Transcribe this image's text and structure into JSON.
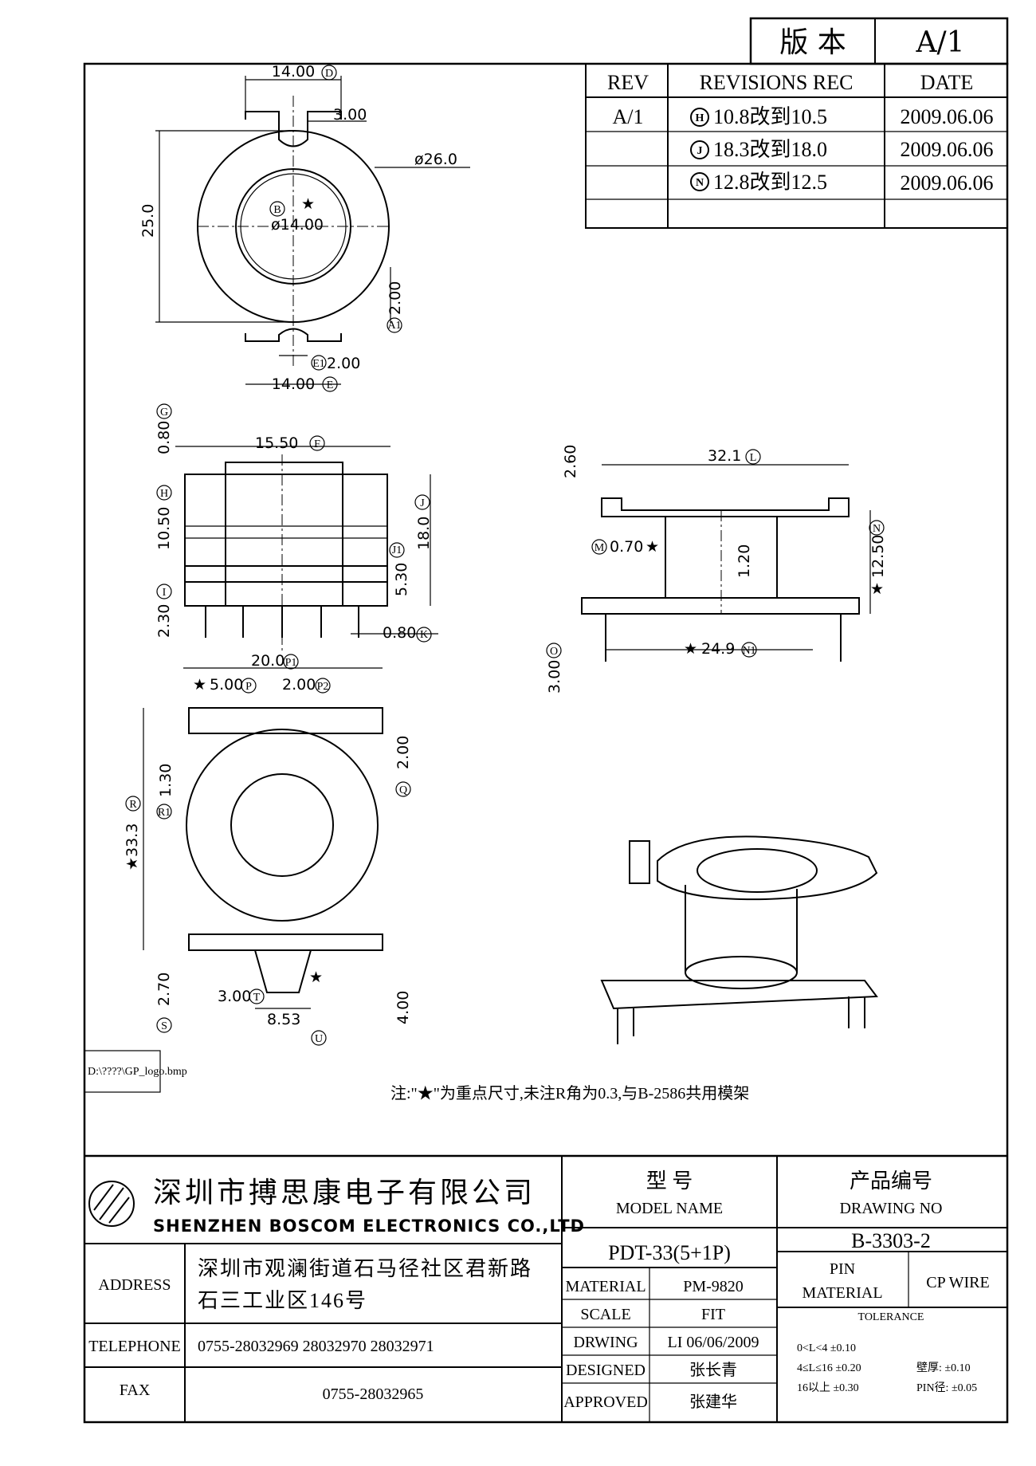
{
  "header": {
    "version_label": "版 本",
    "version_value": "A/1"
  },
  "revisions": {
    "columns": [
      "REV",
      "REVISIONS REC",
      "DATE"
    ],
    "rows": [
      {
        "rev": "A/1",
        "mark": "H",
        "text": "10.8改到10.5",
        "date": "2009.06.06"
      },
      {
        "rev": "",
        "mark": "J",
        "text": "18.3改到18.0",
        "date": "2009.06.06"
      },
      {
        "rev": "",
        "mark": "N",
        "text": "12.8改到12.5",
        "date": "2009.06.06"
      }
    ]
  },
  "dimensions": {
    "top_width": "14.00",
    "top_width_mark": "D",
    "slot": "3.00",
    "outer_dia": "ø26.0",
    "inner_dia": "ø14.00",
    "inner_mark": "B",
    "height": "25.0",
    "a1": "2.00",
    "a1_mark": "A1",
    "e1": "2.00",
    "e1_mark": "E1",
    "bottom_width": "14.00",
    "bottom_mark": "E",
    "g_mark": "G",
    "g_val": "0.80",
    "f_val": "15.50",
    "f_mark": "F",
    "h_mark": "H",
    "h_val": "10.50",
    "i_mark": "I",
    "i_val": "2.30",
    "j_mark": "J",
    "j_val": "18.0",
    "j1_mark": "J1",
    "j1_val": "5.30",
    "k_val": "0.80",
    "k_mark": "K",
    "o_val": "2.60",
    "l_val": "32.1",
    "l_mark": "L",
    "m_mark": "M",
    "m_val": "0.70",
    "m_inner": "1.20",
    "n_mark": "N",
    "n_val": "12.50",
    "n1_val": "24.9",
    "n1_mark": "N1",
    "o_mark": "O",
    "o2_val": "3.00",
    "p1_val": "20.0",
    "p1_mark": "P1",
    "p_val": "5.00",
    "p_mark": "P",
    "p2_val": "2.00",
    "p2_mark": "P2",
    "q_val": "2.00",
    "q_mark": "Q",
    "r_mark": "R",
    "r_val": "33.3",
    "r1_val": "1.30",
    "r1_mark": "R1",
    "s_val": "2.70",
    "s_mark": "S",
    "t_val": "3.00",
    "t_mark": "T",
    "u_val": "8.53",
    "u_mark": "U",
    "v_val": "4.00",
    "star": "★"
  },
  "logo_file": "D:\\????\\GP_logo.bmp",
  "note": "注:\"★\"为重点尺寸,未注R角为0.3,与B-2586共用模架",
  "title_block": {
    "company_cn": "深圳市搏思康电子有限公司",
    "company_en": "SHENZHEN BOSCOM ELECTRONICS CO.,LTD",
    "model_label_cn": "型    号",
    "model_label_en": "MODEL NAME",
    "model_value": "PDT-33(5+1P)",
    "drawing_label_cn": "产品编号",
    "drawing_label_en": "DRAWING NO",
    "drawing_value": "B-3303-2",
    "address_label": "ADDRESS",
    "address_line1": "深圳市观澜街道石马径社区君新路",
    "address_line2": "石三工业区146号",
    "telephone_label": "TELEPHONE",
    "telephone_value": "0755-28032969 28032970 28032971",
    "fax_label": "FAX",
    "fax_value": "0755-28032965",
    "material_label": "MATERIAL",
    "material_value": "PM-9820",
    "scale_label": "SCALE",
    "scale_value": "FIT",
    "drwing_label": "DRWING",
    "drwing_value": "LI 06/06/2009",
    "designed_label": "DESIGNED",
    "designed_value": "张长青",
    "approved_label": "APPROVED",
    "approved_value": "张建华",
    "pin_label_1": "PIN",
    "pin_label_2": "MATERIAL",
    "pin_value": "CP WIRE",
    "tolerance_label": "TOLERANCE",
    "tol_1": "0<L<4    ±0.10",
    "tol_2": "4≤L≤16  ±0.20",
    "tol_3": "16以上      ±0.30",
    "wall": "壁厚:  ±0.10",
    "pin_dia": "PIN径: ±0.05"
  }
}
